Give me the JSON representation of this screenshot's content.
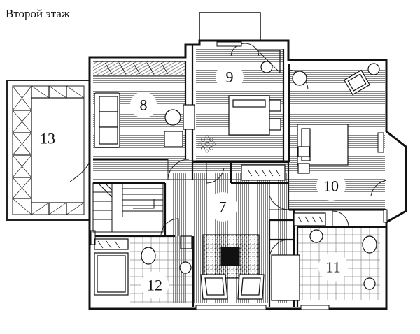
{
  "title": "Второй этаж",
  "rooms": [
    {
      "id": "room-7",
      "label": "7"
    },
    {
      "id": "room-8",
      "label": "8"
    },
    {
      "id": "room-9",
      "label": "9"
    },
    {
      "id": "room-10",
      "label": "10"
    },
    {
      "id": "room-11",
      "label": "11"
    },
    {
      "id": "room-12",
      "label": "12"
    },
    {
      "id": "room-13",
      "label": "13"
    }
  ]
}
